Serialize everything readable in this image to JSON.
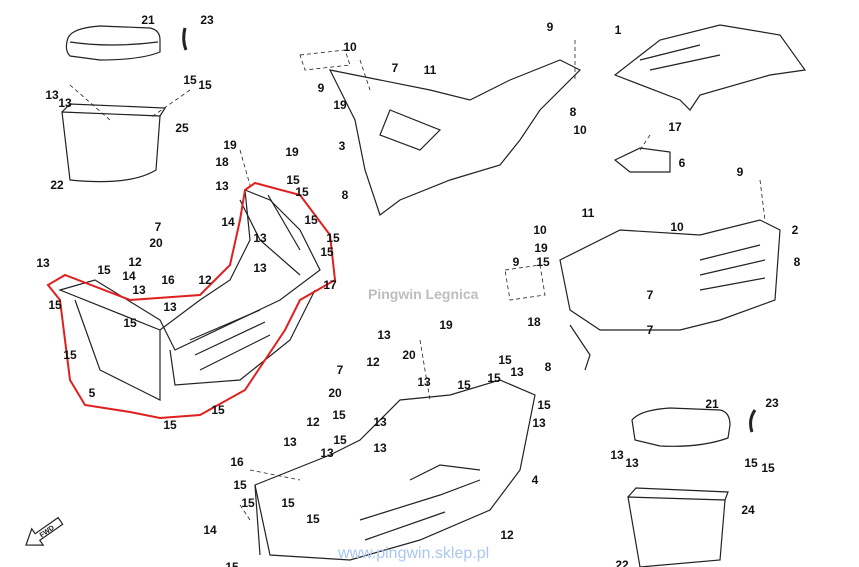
{
  "watermarks": {
    "shop_name": "Pingwin Legnica",
    "url": "www.pingwin.sklep.pl"
  },
  "fwd_arrow_label": "FWD",
  "colors": {
    "highlight_outline": "#e02020",
    "line": "#222222"
  },
  "callouts": [
    "21",
    "23",
    "13",
    "13",
    "15",
    "15",
    "25",
    "22",
    "19",
    "19",
    "18",
    "13",
    "15",
    "15",
    "14",
    "15",
    "7",
    "20",
    "15",
    "13",
    "15",
    "13",
    "15",
    "12",
    "14",
    "16",
    "13",
    "17",
    "15",
    "13",
    "13",
    "12",
    "15",
    "15",
    "5",
    "15",
    "15",
    "10",
    "9",
    "1",
    "7",
    "11",
    "9",
    "19",
    "8",
    "10",
    "3",
    "17",
    "6",
    "8",
    "9",
    "11",
    "10",
    "10",
    "2",
    "19",
    "15",
    "9",
    "8",
    "7",
    "18",
    "7",
    "8",
    "13",
    "19",
    "20",
    "15",
    "7",
    "12",
    "13",
    "15",
    "15",
    "13",
    "20",
    "15",
    "15",
    "13",
    "12",
    "15",
    "13",
    "13",
    "4",
    "16",
    "13",
    "13",
    "15",
    "15",
    "15",
    "15",
    "14",
    "12",
    "15",
    "21",
    "23",
    "13",
    "13",
    "15",
    "15",
    "24",
    "22"
  ]
}
